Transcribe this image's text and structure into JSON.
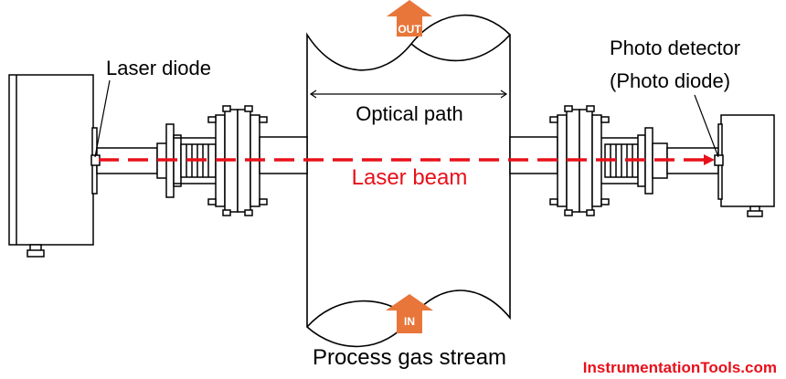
{
  "labels": {
    "laser_diode": "Laser diode",
    "photo_detector_line1": "Photo detector",
    "photo_detector_line2": "(Photo diode)",
    "optical_path": "Optical path",
    "laser_beam": "Laser beam",
    "process_gas_stream": "Process gas stream",
    "out_arrow": "OUT",
    "in_arrow": "IN"
  },
  "watermark": "InstrumentationTools.com",
  "colors": {
    "laser_beam": "#e8101a",
    "flow_arrow": "#e8763a",
    "watermark": "#e8101a",
    "outline": "#000000"
  }
}
